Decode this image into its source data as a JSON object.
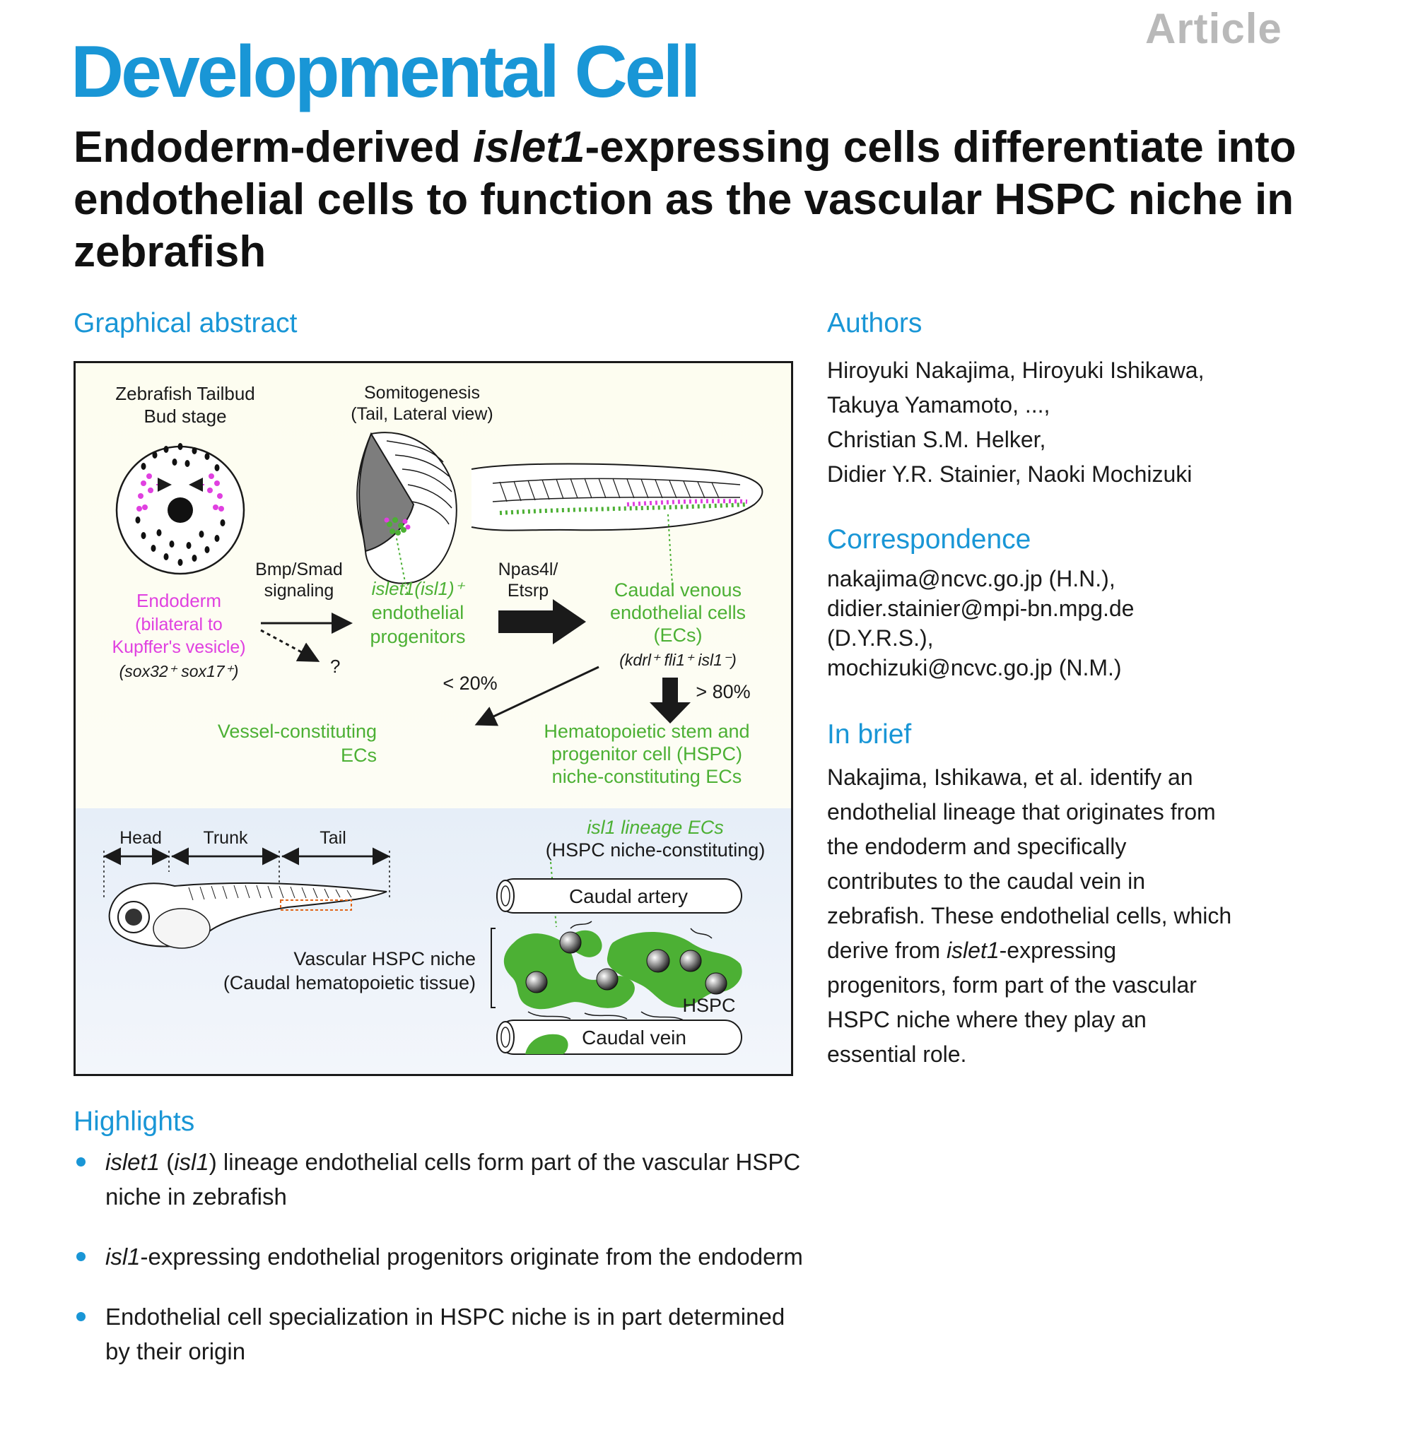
{
  "header": {
    "article_tag": "Article",
    "journal": "Developmental Cell",
    "title_part1": "Endoderm-derived ",
    "title_italic": "islet1",
    "title_part2": "-expressing cells differentiate into endothelial cells to function as the vascular HSPC niche in zebrafish"
  },
  "graphical_abstract": {
    "heading": "Graphical abstract",
    "tailbud_title_1": "Zebrafish Tailbud",
    "tailbud_title_2": "Bud stage",
    "somito_title_1": "Somitogenesis",
    "somito_title_2": "(Tail, Lateral view)",
    "bmp_1": "Bmp/Smad",
    "bmp_2": "signaling",
    "question": "?",
    "endoderm_1": "Endoderm",
    "endoderm_2": "(bilateral to",
    "endoderm_3": "Kupffer's vesicle)",
    "endoderm_4": "(sox32⁺ sox17⁺)",
    "islet_1": "islet1(isl1)⁺",
    "islet_2": "endothelial",
    "islet_3": "progenitors",
    "npas_1": "Npas4l/",
    "npas_2": "Etsrp",
    "caudal_1": "Caudal venous",
    "caudal_2": "endothelial cells",
    "caudal_3": "(ECs)",
    "caudal_4": "(kdrl⁺ fli1⁺ isl1⁻)",
    "lt20": "< 20%",
    "gt80": "> 80%",
    "vessel_1": "Vessel-constituting",
    "vessel_2": "ECs",
    "hspc_1": "Hematopoietic stem and",
    "hspc_2": "progenitor cell (HSPC)",
    "hspc_3": "niche-constituting ECs",
    "head": "Head",
    "trunk": "Trunk",
    "tail": "Tail",
    "lineage_1": "isl1 lineage ECs",
    "lineage_2": "(HSPC niche-constituting)",
    "caudal_artery": "Caudal artery",
    "niche_1": "Vascular HSPC niche",
    "niche_2": "(Caudal hematopoietic tissue)",
    "hspc_label": "HSPC",
    "caudal_vein": "Caudal vein",
    "colors": {
      "green": "#4cb034",
      "magenta": "#e040e0",
      "blue": "#1996d6"
    }
  },
  "authors": {
    "heading": "Authors",
    "line1": "Hiroyuki Nakajima, Hiroyuki Ishikawa,",
    "line2": "Takuya Yamamoto, ...,",
    "line3": "Christian S.M. Helker,",
    "line4": "Didier Y.R. Stainier, Naoki Mochizuki"
  },
  "correspondence": {
    "heading": "Correspondence",
    "line1": "nakajima@ncvc.go.jp (H.N.),",
    "line2": "didier.stainier@mpi-bn.mpg.de",
    "line3": "(D.Y.R.S.),",
    "line4": "mochizuki@ncvc.go.jp (N.M.)"
  },
  "in_brief": {
    "heading": "In brief",
    "line1": "Nakajima, Ishikawa, et al. identify an",
    "line2": "endothelial lineage that originates from",
    "line3": "the endoderm and specifically",
    "line4": "contributes to the caudal vein in",
    "line5": "zebrafish. These endothelial cells, which",
    "line6_pre": "derive from ",
    "line6_italic": "islet1",
    "line6_post": "-expressing",
    "line7": "progenitors, form part of the vascular",
    "line8": "HSPC niche where they play an",
    "line9": "essential role."
  },
  "highlights": {
    "heading": "Highlights",
    "h1_italic1": "islet1",
    "h1_mid": " (",
    "h1_italic2": "isl1",
    "h1_rest": ") lineage endothelial cells form part of the vascular HSPC niche in zebrafish",
    "h2_italic": "isl1",
    "h2_rest": "-expressing endothelial progenitors originate from the endoderm",
    "h3": "Endothelial cell specialization in HSPC niche is in part determined by their origin"
  }
}
